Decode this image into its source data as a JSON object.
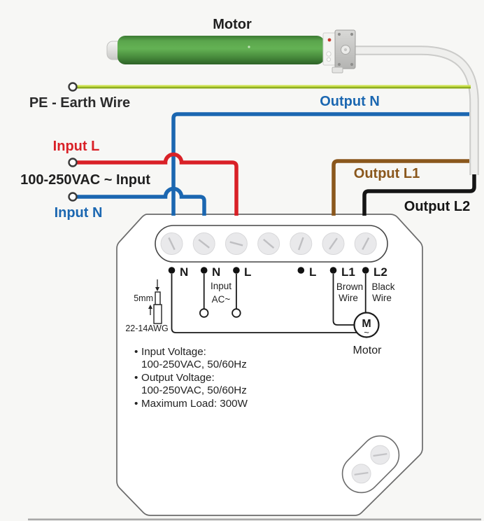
{
  "labels": {
    "motor": "Motor",
    "pe_earth": "PE - Earth Wire",
    "output_n": "Output N",
    "input_l": "Input L",
    "vac_input": "100-250VAC ~ Input",
    "input_n": "Input N",
    "output_l1": "Output L1",
    "output_l2": "Output L2"
  },
  "module": {
    "terminals": [
      {
        "label": "N"
      },
      {
        "label": "N"
      },
      {
        "label": "L"
      },
      {
        "label": "L"
      },
      {
        "label": "L1"
      },
      {
        "label": "L2"
      }
    ],
    "input_ac_line1": "Input",
    "input_ac_line2": "AC~",
    "l1_wire_line1": "Brown",
    "l1_wire_line2": "Wire",
    "l2_wire_line1": "Black",
    "l2_wire_line2": "Wire",
    "strip_length": "5mm",
    "wire_gauge": "22-14AWG",
    "motor_letter": "M",
    "motor_tilde": "~",
    "motor_caption": "Motor",
    "specs": [
      {
        "bullet": "•",
        "text": "Input Voltage:"
      },
      {
        "bullet": "",
        "text": "100-250VAC, 50/60Hz"
      },
      {
        "bullet": "•",
        "text": "Output Voltage:"
      },
      {
        "bullet": "",
        "text": "100-250VAC, 50/60Hz"
      },
      {
        "bullet": "•",
        "text": "Maximum Load: 300W"
      }
    ]
  },
  "colors": {
    "earth_wire": "#8fae22",
    "neutral_blue": "#1b67b1",
    "live_red": "#d92127",
    "output_l1_brown": "#8a571c",
    "output_l2_black": "#151515",
    "motor_body_green": "#4e9a42",
    "cable_white": "#efefed"
  }
}
